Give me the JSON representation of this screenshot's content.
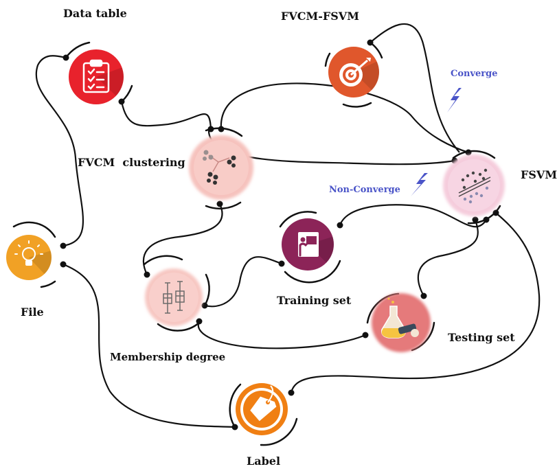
{
  "nodes": {
    "data_table": {
      "label": "Data table"
    },
    "fvcm_fsvm": {
      "label": "FVCM-FSVM"
    },
    "fvcm_clustering": {
      "label": "FVCM  clustering"
    },
    "fsvm": {
      "label": "FSVM"
    },
    "file": {
      "label": "File"
    },
    "membership_degree": {
      "label": "Membership degree"
    },
    "training_set": {
      "label": "Training set"
    },
    "testing_set": {
      "label": "Testing set"
    },
    "label": {
      "label": "Label"
    }
  },
  "annotations": {
    "converge": "Converge",
    "non_converge": "Non-Converge"
  },
  "colors": {
    "data_table": "#e8222c",
    "fvcm_fsvm": "#e0572c",
    "file": "#f1a125",
    "training_set": "#8c2458",
    "label": "#f07f13",
    "clustering_bg": "#f6c2bd",
    "membership_bg": "#f7c7c2",
    "fsvm_bg": "#f5ccdc",
    "testing_bg": "#e47879",
    "accent_blue": "#4a54c8"
  }
}
